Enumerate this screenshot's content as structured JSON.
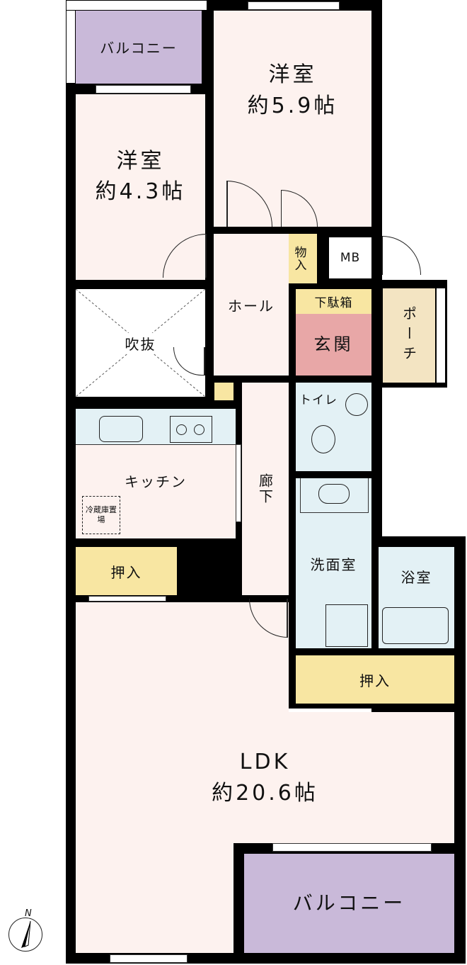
{
  "rooms": {
    "balcony_top": "バルコニー",
    "western_large": {
      "name": "洋室",
      "size": "約5.9帖"
    },
    "western_small": {
      "name": "洋室",
      "size": "約4.3帖"
    },
    "storage_small": "物入",
    "meter_box": "MB",
    "shoe_box": "下駄箱",
    "entrance": "玄関",
    "porch": "ポーチ",
    "hall": "ホール",
    "atrium": "吹抜",
    "kitchen": "キッチン",
    "fridge": "冷蔵庫置場",
    "corridor": "廊下",
    "toilet": "トイレ",
    "washroom": "洗面室",
    "bathroom": "浴室",
    "closet_left": "押入",
    "closet_right": "押入",
    "ldk": {
      "name": "LDK",
      "size": "約20.6帖"
    },
    "balcony_bottom": "バルコニー"
  },
  "compass": "N"
}
